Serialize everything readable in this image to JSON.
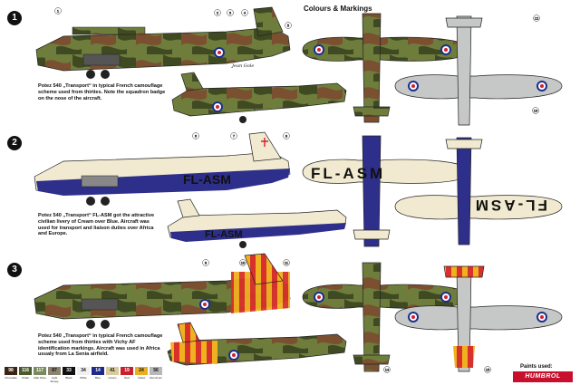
{
  "title": "Colours & Markings",
  "profiles": [
    {
      "num": "1",
      "caption": "Potez 540 „Transport“ in typical French camouflage scheme used from thirties. Note the squadron badge on the nose of the aircraft.",
      "nose_name": "Jean Gole"
    },
    {
      "num": "2",
      "caption": "Potez 540 „Transport“ FL-ASM got the attractive civilian livery of Cream over Blue. Aircraft was used for transport and liaison duties over Africa and Europe.",
      "registration": "FL-ASM",
      "wing_registration_top": "FL-ASM",
      "wing_registration_bottom": "FL-ASM"
    },
    {
      "num": "3",
      "caption": "Potez 540 „Transport“ in typical French camouflage scheme used from thirties with Vichy AF identification markings. Aircraft was used in Africa usualy from La Senia airfield."
    }
  ],
  "callouts": [
    "1",
    "2",
    "3",
    "4",
    "5",
    "6",
    "7",
    "8",
    "9",
    "10",
    "11",
    "12",
    "13",
    "14",
    "15"
  ],
  "paints": [
    {
      "code": "98",
      "name": "Chocolate",
      "color": "#3b2414"
    },
    {
      "code": "116",
      "name": "Khaki",
      "color": "#4a5a2a"
    },
    {
      "code": "117",
      "name": "Matt Olive",
      "color": "#7a8a5a"
    },
    {
      "code": "87",
      "name": "Light Stoney",
      "color": "#8c8270"
    },
    {
      "code": "33",
      "name": "Black",
      "color": "#111111"
    },
    {
      "code": "34",
      "name": "White",
      "color": "#f0f0f0"
    },
    {
      "code": "14",
      "name": "Blue",
      "color": "#1d2a8a"
    },
    {
      "code": "41",
      "name": "Cream",
      "color": "#d8cc9a"
    },
    {
      "code": "19",
      "name": "Red",
      "color": "#c8202a"
    },
    {
      "code": "24",
      "name": "Yellow",
      "color": "#e8b020"
    },
    {
      "code": "56",
      "name": "Aluminium",
      "color": "#b8b8b8"
    }
  ],
  "paints_used_label": "Paints used:",
  "brand": "HUMBROL",
  "colors": {
    "camo_green": "#6f7d3c",
    "camo_brown": "#7a5030",
    "camo_dark": "#3f4a22",
    "cream": "#f1ead0",
    "blue": "#2e2f8a",
    "roundel_blue": "#1c2e8c",
    "roundel_red": "#d3202e",
    "vichy_yellow": "#f0b020",
    "vichy_red": "#d8302a",
    "underside": "#c6c8c8"
  }
}
